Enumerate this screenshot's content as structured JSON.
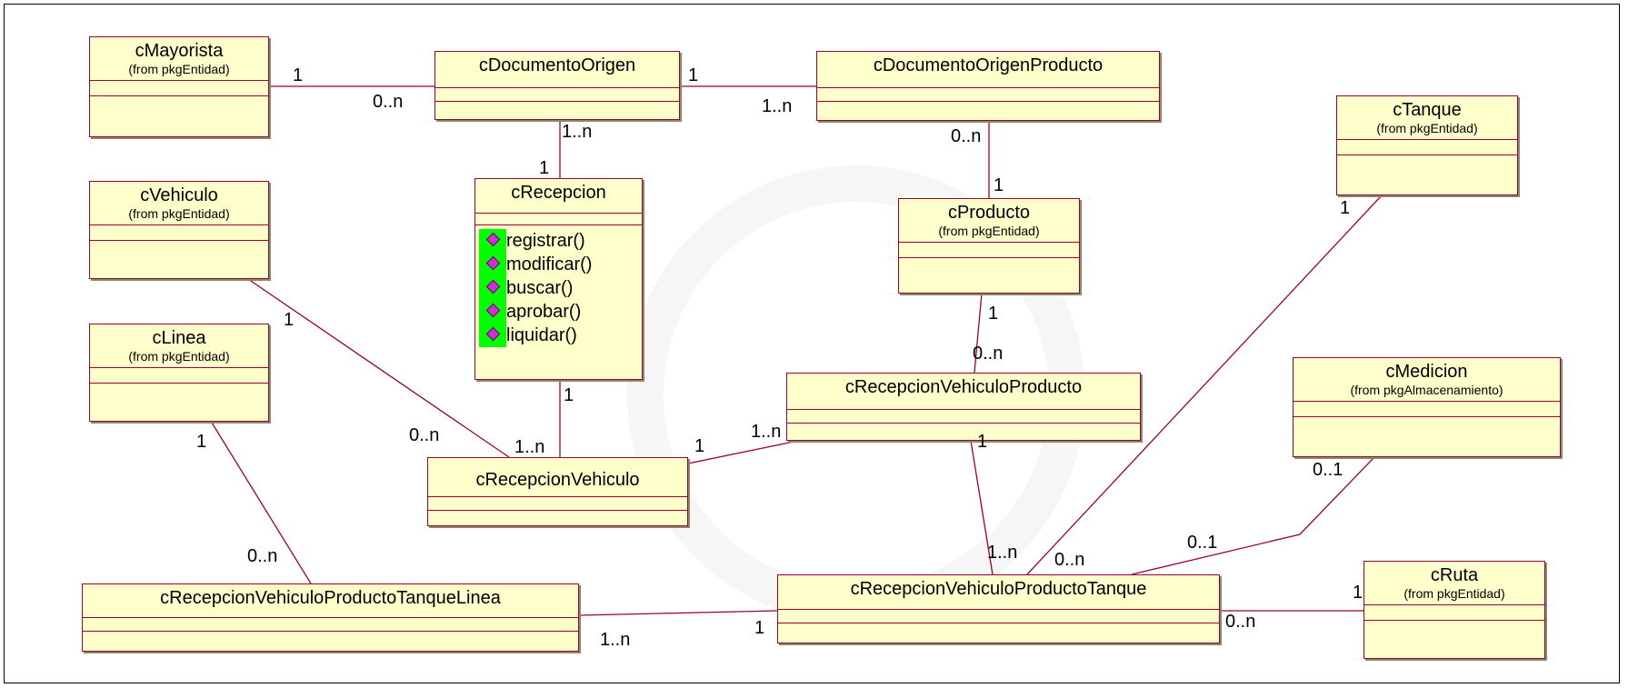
{
  "classes": {
    "mayorista": {
      "name": "cMayorista",
      "from": "(from pkgEntidad)"
    },
    "documento_origen": {
      "name": "cDocumentoOrigen"
    },
    "documento_origen_producto": {
      "name": "cDocumentoOrigenProducto"
    },
    "tanque": {
      "name": "cTanque",
      "from": "(from pkgEntidad)"
    },
    "vehiculo": {
      "name": "cVehiculo",
      "from": "(from pkgEntidad)"
    },
    "recepcion": {
      "name": "cRecepcion",
      "ops": [
        "registrar()",
        "modificar()",
        "buscar()",
        "aprobar()",
        "liquidar()"
      ]
    },
    "producto": {
      "name": "cProducto",
      "from": "(from pkgEntidad)"
    },
    "linea": {
      "name": "cLinea",
      "from": "(from pkgEntidad)"
    },
    "medicion": {
      "name": "cMedicion",
      "from": "(from pkgAlmacenamiento)"
    },
    "recepcion_vehiculo_producto": {
      "name": "cRecepcionVehiculoProducto"
    },
    "recepcion_vehiculo": {
      "name": "cRecepcionVehiculo"
    },
    "rvp_tanque_linea": {
      "name": "cRecepcionVehiculoProductoTanqueLinea"
    },
    "rvp_tanque": {
      "name": "cRecepcionVehiculoProductoTanque"
    },
    "ruta": {
      "name": "cRuta",
      "from": "(from pkgEntidad)"
    }
  },
  "multiplicities": {
    "m1": "1",
    "m2": "0..n",
    "m3": "1",
    "m4": "1..n",
    "m5": "1..n",
    "m6": "1",
    "m7": "0..n",
    "m8": "1",
    "m9": "1",
    "m10": "0..n",
    "m11": "1",
    "m12": "0..n",
    "m13": "1..n",
    "m14": "1",
    "m15": "1..n",
    "m16": "1",
    "m17": "1",
    "m18": "1..n",
    "m19": "1",
    "m20": "0..n",
    "m21": "0..1",
    "m22": "0..1",
    "m23": "0..n",
    "m24": "1",
    "m25": "1..n",
    "m26": "1",
    "m27": "0..n"
  },
  "colors": {
    "class_fill": "#ffffcc",
    "class_border": "#990033",
    "line": "#990033",
    "op_marker": "#00ff00"
  }
}
